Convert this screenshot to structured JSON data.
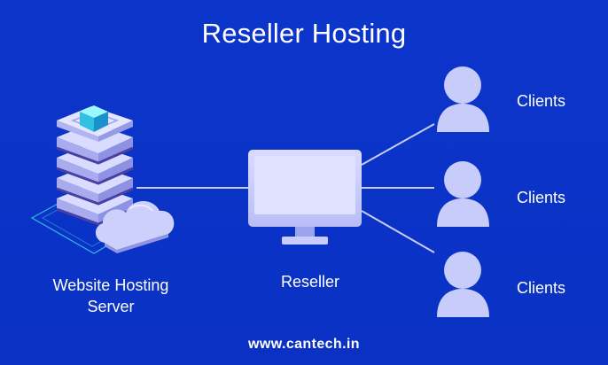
{
  "diagram": {
    "title": "Reseller Hosting",
    "footer": "www.cantech.in",
    "nodes": {
      "server": {
        "label_line1": "Website Hosting",
        "label_line2": "Server"
      },
      "reseller": {
        "label": "Reseller"
      },
      "clients": [
        {
          "label": "Clients"
        },
        {
          "label": "Clients"
        },
        {
          "label": "Clients"
        }
      ]
    },
    "colors": {
      "background": "#0b34c9",
      "line": "#c7cdf7",
      "node_fill": "#cfd3fb",
      "server_dark": "#4a3fa3",
      "accent": "#46d7ea"
    }
  }
}
